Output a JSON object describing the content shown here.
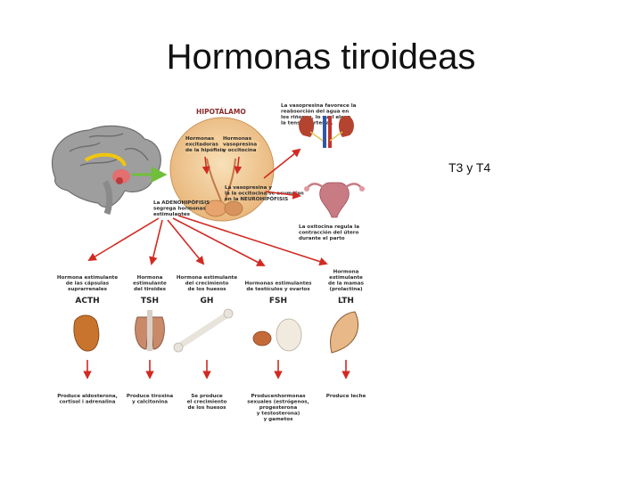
{
  "slide": {
    "title": "Hormonas tiroideas",
    "note": "T3 y T4"
  },
  "diagram": {
    "hypothalamus_label": "HIPOTÁLAMO",
    "hyp_left_lines": [
      "Hormonas",
      "excitadoras",
      "de la hipófisis"
    ],
    "hyp_right_lines": [
      "Hormonas",
      "vasopresina",
      "y occitocina"
    ],
    "vaso_lines": [
      "La vasopresina y",
      "la la occitocina se acumulan",
      "en la NEUROHIPÓFISIS"
    ],
    "adeno_lines": [
      "La ADENOHIPÓFISIS",
      "segrega hormonas",
      "estimulantes"
    ],
    "kidney_lines": [
      "La vasopresina favorece la",
      "reabsorción del agua en",
      "los riñones, lo cual eleva",
      "la tensión arterial."
    ],
    "uterus_lines": [
      "La oxitocina regula la",
      "contracción del útero",
      "durante el parto"
    ],
    "targets": [
      {
        "code": "ACTH",
        "desc": [
          "Hormona estimulante",
          "de las cápsulas",
          "suprarrenales"
        ],
        "effect": [
          "Produce aldosterona,",
          "cortisol i adrenalina"
        ]
      },
      {
        "code": "TSH",
        "desc": [
          "Hormona",
          "estimulante",
          "del tiroides"
        ],
        "effect": [
          "Produce tiroxina",
          "y calcitonina"
        ]
      },
      {
        "code": "GH",
        "desc": [
          "Hormona estimulante",
          "del crecimiento",
          "de los huesos"
        ],
        "effect": [
          "Se produce",
          "el crecimiento",
          "de los huesos"
        ]
      },
      {
        "code": "FSH",
        "desc": [
          "Hormonas estimulantes",
          "de testículos y ovarios"
        ],
        "effect": [
          "Producenhormonas",
          "sexuales (estrógenos,",
          "progesterona",
          "y testosterona)",
          "y gametos"
        ]
      },
      {
        "code": "LTH",
        "desc": [
          "Hormona",
          "estimulante",
          "de la mamas",
          "(prolactina)"
        ],
        "effect": [
          "Produce leche"
        ]
      }
    ]
  }
}
